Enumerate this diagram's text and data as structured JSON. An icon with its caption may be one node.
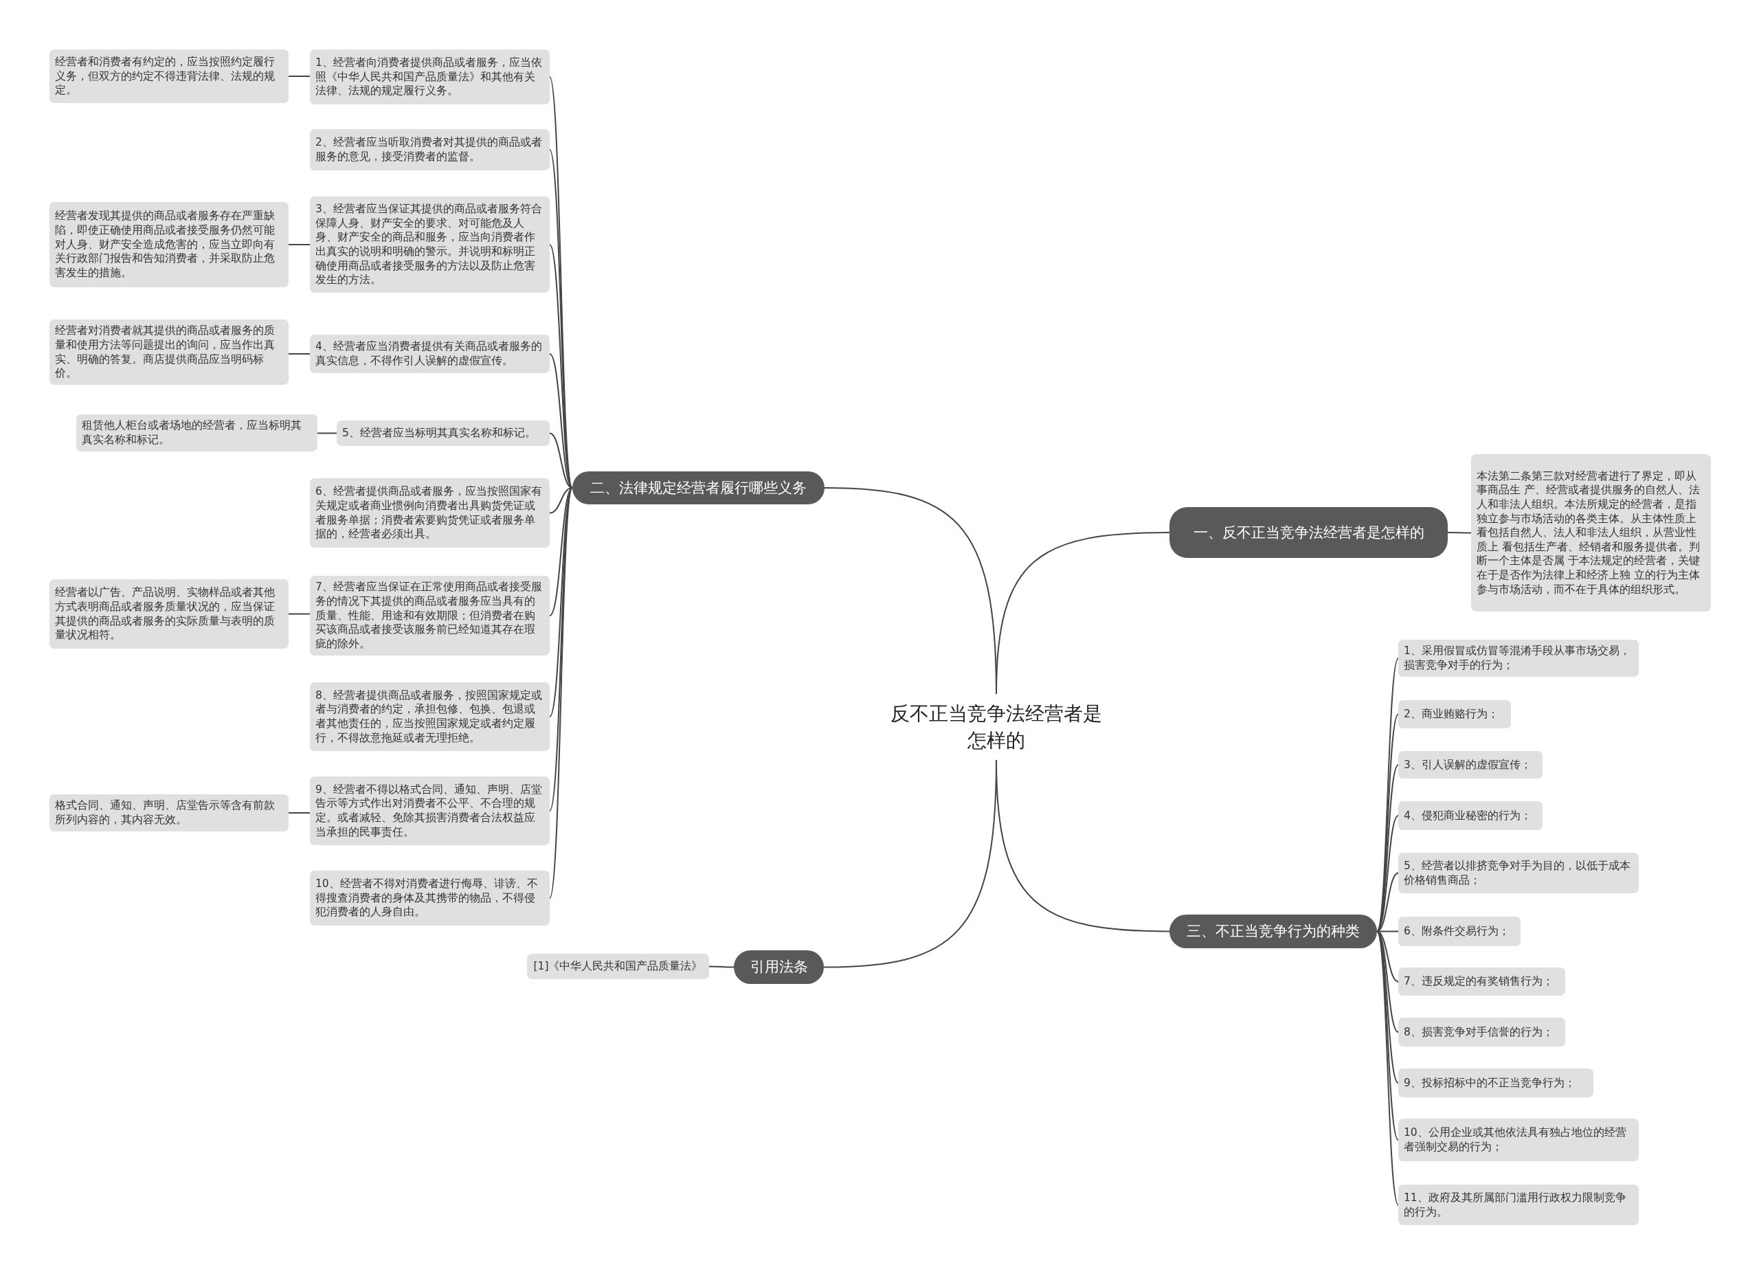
{
  "diagram": {
    "nodes": [
      {
        "text": [
          "反不正当竞争法经营者是怎样的"
        ]
      },
      {
        "text": [
          "二、法律规定经营者履行哪些义务"
        ]
      },
      {
        "text": [
          "1、经营者向消费者提供商品或者服务，应当依照《中华人民共和国产品质量法》和其他有关法律、法规的规定履行义务。"
        ]
      },
      {
        "text": [
          "经营者和消费者有约定的，应当按照约定履行义务，但双方的约定不得违背法律、法规的规定。"
        ]
      },
      {
        "text": [
          "2、经营者应当听取消费者对其提供的商品或者服务的意见，接受消费者的监督。"
        ]
      },
      {
        "text": [
          "3、经营者应当保证其提供的商品或者服务符合保障人身、财产安全的要求、对可能危及人身、财产安全的商品和服务，应当向消费者作出真实的说明和明确的警示。并说明和标明正确使用商品或者接受服务的方法以及防止危害发生的方法。"
        ]
      },
      {
        "text": [
          "经营者发现其提供的商品或者服务存在严重缺陷，即使正确使用商品或者接受服务仍然可能对人身、财产安全造成危害的，应当立即向有关行政部门报告和告知消费者，并采取防止危害发生的措施。"
        ]
      },
      {
        "text": [
          "4、经营者应当消费者提供有关商品或者服务的真实信息，不得作引人误解的虚假宣传。"
        ]
      },
      {
        "text": [
          "经营者对消费者就其提供的商品或者服务的质量和使用方法等问题提出的询问，应当作出真实、明确的答复。商店提供商品应当明码标价。"
        ]
      },
      {
        "text": [
          "5、经营者应当标明其真实名称和标记。"
        ]
      },
      {
        "text": [
          "租赁他人柜台或者场地的经营者，应当标明其真实名称和标记。"
        ]
      },
      {
        "text": [
          "6、经营者提供商品或者服务，应当按照国家有关规定或者商业惯例向消费者出具购货凭证或者服务单据；消费者索要购货凭证或者服务单据的，经营者必须出具。"
        ]
      },
      {
        "text": [
          "7、经营者应当保证在正常使用商品或者接受服务的情况下其提供的商品或者服务应当具有的质量、性能、用途和有效期限；但消费者在购买该商品或者接受该服务前已经知道其存在瑕疵的除外。"
        ]
      },
      {
        "text": [
          "经营者以广告、产品说明、实物样品或者其他方式表明商品或者服务质量状况的，应当保证其提供的商品或者服务的实际质量与表明的质量状况相符。"
        ]
      },
      {
        "text": [
          "8、经营者提供商品或者服务，按照国家规定或者与消费者的约定，承担包修、包换、包退或者其他责任的，应当按照国家规定或者约定履行，不得故意拖延或者无理拒绝。"
        ]
      },
      {
        "text": [
          "9、经营者不得以格式合同、通知、声明、店堂告示等方式作出对消费者不公平、不合理的规定。或者减轻、免除其损害消费者合法权益应当承担的民事责任。"
        ]
      },
      {
        "text": [
          "格式合同、通知、声明、店堂告示等含有前款所列内容的，其内容无效。"
        ]
      },
      {
        "text": [
          "10、经营者不得对消费者进行侮辱、诽谤、不得搜查消费者的身体及其携带的物品，不得侵犯消费者的人身自由。"
        ]
      },
      {
        "text": [
          "一、反不正当竞争法经营者是怎样的"
        ]
      },
      {
        "text": [
          "本法第二条第三款对经营者进行了界定，即从事商品生 产、经营或者提供服务的自然人、法人和非法人组织。本法所规定的经营者，是指独立参与市场活动的各类主体。从主体性质上看包括自然人、法人和非法人组织，从营业性质上 看包括生产者、经销者和服务提供者。判断一个主体是否属 于本法规定的经营者，关键在于是否作为法律上和经济上独 立的行为主体参与市场活动，而不在于具体的组织形式。"
        ]
      },
      {
        "text": [
          "三、不正当竞争行为的种类"
        ]
      },
      {
        "text": [
          "1、采用假冒或仿冒等混淆手段从事市场交易，损害竞争对手的行为；"
        ]
      },
      {
        "text": [
          "2、商业贿赂行为；"
        ]
      },
      {
        "text": [
          "3、引人误解的虚假宣传；"
        ]
      },
      {
        "text": [
          "4、侵犯商业秘密的行为；"
        ]
      },
      {
        "text": [
          "5、经营者以排挤竞争对手为目的，以低于成本价格销售商品；"
        ]
      },
      {
        "text": [
          "6、附条件交易行为；"
        ]
      },
      {
        "text": [
          "7、违反规定的有奖销售行为；"
        ]
      },
      {
        "text": [
          "8、损害竞争对手信誉的行为；"
        ]
      },
      {
        "text": [
          "9、投标招标中的不正当竞争行为；"
        ]
      },
      {
        "text": [
          "10、公用企业或其他依法具有独占地位的经营者强制交易的行为；"
        ]
      },
      {
        "text": [
          "11、政府及其所属部门滥用行政权力限制竞争的行为。"
        ]
      },
      {
        "text": [
          "引用法条"
        ]
      },
      {
        "text": [
          "[1]《中华人民共和国产品质量法》"
        ]
      }
    ],
    "edges": [
      {
        "from": 0,
        "to": 1,
        "arrow": "none"
      },
      {
        "from": 1,
        "to": 2,
        "arrow": "none"
      },
      {
        "from": 2,
        "to": 3,
        "arrow": "none"
      },
      {
        "from": 1,
        "to": 4,
        "arrow": "none"
      },
      {
        "from": 1,
        "to": 5,
        "arrow": "none"
      },
      {
        "from": 5,
        "to": 6,
        "arrow": "none"
      },
      {
        "from": 1,
        "to": 7,
        "arrow": "none"
      },
      {
        "from": 7,
        "to": 8,
        "arrow": "none"
      },
      {
        "from": 1,
        "to": 9,
        "arrow": "none"
      },
      {
        "from": 9,
        "to": 10,
        "arrow": "none"
      },
      {
        "from": 1,
        "to": 11,
        "arrow": "none"
      },
      {
        "from": 1,
        "to": 12,
        "arrow": "none"
      },
      {
        "from": 12,
        "to": 13,
        "arrow": "none"
      },
      {
        "from": 1,
        "to": 14,
        "arrow": "none"
      },
      {
        "from": 1,
        "to": 15,
        "arrow": "none"
      },
      {
        "from": 15,
        "to": 16,
        "arrow": "none"
      },
      {
        "from": 1,
        "to": 17,
        "arrow": "none"
      },
      {
        "from": 0,
        "to": 18,
        "arrow": "none"
      },
      {
        "from": 18,
        "to": 19,
        "arrow": "none"
      },
      {
        "from": 0,
        "to": 20,
        "arrow": "none"
      },
      {
        "from": 20,
        "to": 21,
        "arrow": "none"
      },
      {
        "from": 20,
        "to": 22,
        "arrow": "none"
      },
      {
        "from": 20,
        "to": 23,
        "arrow": "none"
      },
      {
        "from": 20,
        "to": 24,
        "arrow": "none"
      },
      {
        "from": 20,
        "to": 25,
        "arrow": "none"
      },
      {
        "from": 20,
        "to": 26,
        "arrow": "none"
      },
      {
        "from": 20,
        "to": 27,
        "arrow": "none"
      },
      {
        "from": 20,
        "to": 28,
        "arrow": "none"
      },
      {
        "from": 20,
        "to": 29,
        "arrow": "none"
      },
      {
        "from": 20,
        "to": 30,
        "arrow": "none"
      },
      {
        "from": 20,
        "to": 31,
        "arrow": "none"
      },
      {
        "from": 0,
        "to": 32,
        "arrow": "none"
      },
      {
        "from": 32,
        "to": 33,
        "arrow": "none"
      }
    ]
  }
}
